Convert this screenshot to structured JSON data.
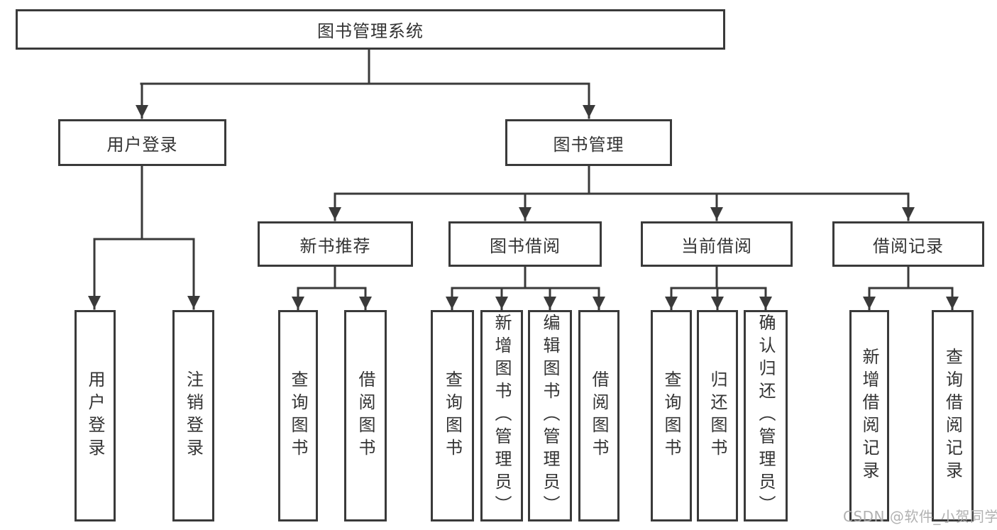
{
  "diagram": {
    "root": {
      "label": "图书管理系统"
    },
    "level2": [
      {
        "label": "用户登录",
        "children": [
          {
            "label": "用户登录"
          },
          {
            "label": "注销登录"
          }
        ]
      },
      {
        "label": "图书管理",
        "children": [
          {
            "label": "新书推荐",
            "children": [
              {
                "label": "查询图书"
              },
              {
                "label": "借阅图书"
              }
            ]
          },
          {
            "label": "图书借阅",
            "children": [
              {
                "label": "查询图书"
              },
              {
                "label": "新增图书（管理员）"
              },
              {
                "label": "编辑图书（管理员）"
              },
              {
                "label": "借阅图书"
              }
            ]
          },
          {
            "label": "当前借阅",
            "children": [
              {
                "label": "查询图书"
              },
              {
                "label": "归还图书"
              },
              {
                "label": "确认归还（管理员）"
              }
            ]
          },
          {
            "label": "借阅记录",
            "children": [
              {
                "label": "新增借阅记录"
              },
              {
                "label": "查询借阅记录"
              }
            ]
          }
        ]
      }
    ]
  },
  "watermark": {
    "text": "CSDN @软件_小贺同学"
  },
  "colors": {
    "line": "#3a3a3a",
    "text": "#333333",
    "watermark": "#ababab",
    "background": "#ffffff"
  }
}
